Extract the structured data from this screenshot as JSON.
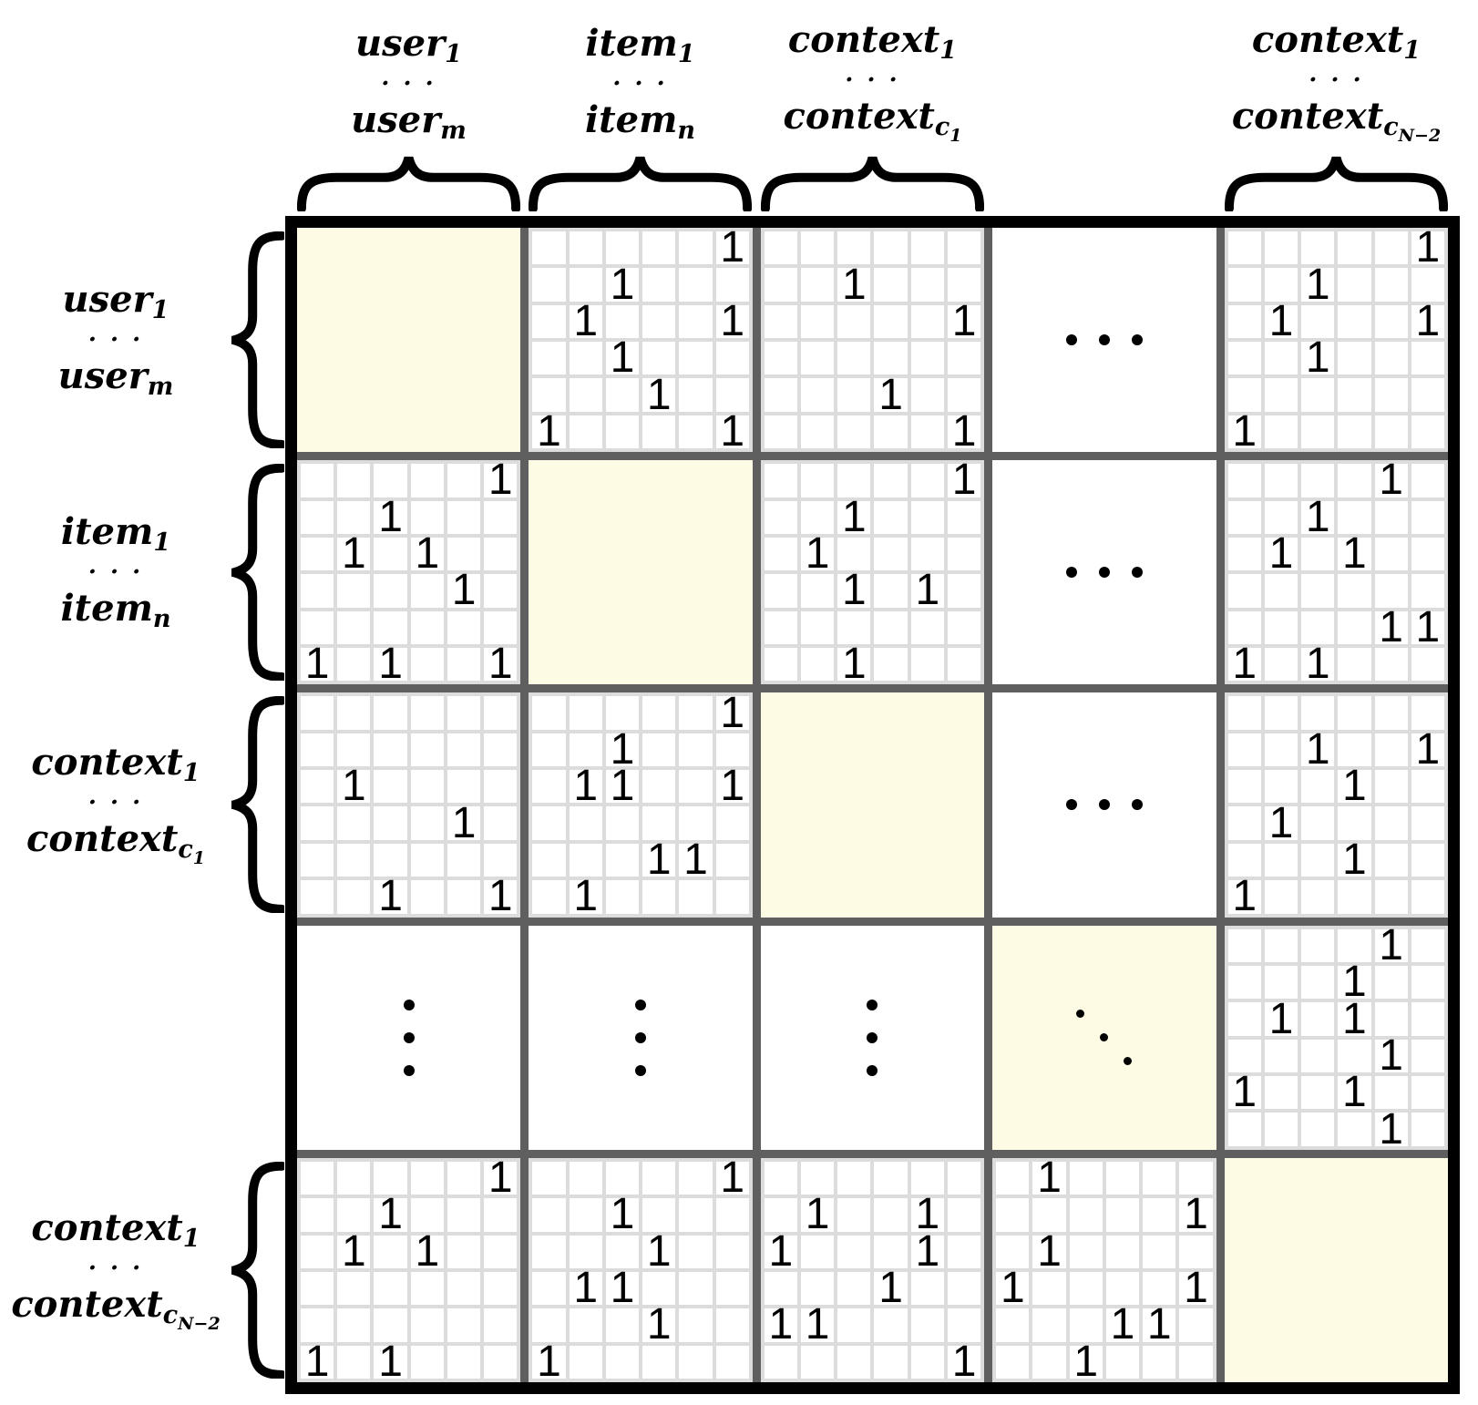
{
  "figure": {
    "description": "Symmetric block relational matrix of users, items and contexts with binary interaction entries",
    "colors": {
      "background": "#FFFFFF",
      "diagonal_block_fill": "#FDFBE3",
      "grid_line": "#DCDCDC",
      "cell_fill": "#FFFFFF",
      "block_divider": "#5F5F5F",
      "outer_border": "#000000",
      "ink": "#000000"
    },
    "group_labels": [
      {
        "id": "user",
        "first_base": "user",
        "first_sub": "1",
        "dots": "· · ·",
        "last_base": "user",
        "last_sub": "m",
        "last_subsub": ""
      },
      {
        "id": "item",
        "first_base": "item",
        "first_sub": "1",
        "dots": "· · ·",
        "last_base": "item",
        "last_sub": "n",
        "last_subsub": ""
      },
      {
        "id": "context1",
        "first_base": "context",
        "first_sub": "1",
        "dots": "· · ·",
        "last_base": "context",
        "last_sub": "c",
        "last_subsub": "1"
      },
      {
        "id": "contextN",
        "first_base": "context",
        "first_sub": "1",
        "dots": "· · ·",
        "last_base": "context",
        "last_sub": "c",
        "last_subsub": "N−2"
      }
    ],
    "header_assignment": {
      "columns": [
        "user",
        "item",
        "context1",
        null,
        "contextN"
      ],
      "rows": [
        "user",
        "item",
        "context1",
        null,
        "contextN"
      ]
    },
    "matrix": {
      "block_rows": 5,
      "block_cols": 5,
      "cells_per_block": 6,
      "one_symbol": "1",
      "blocks": [
        {
          "row": 1,
          "col": 1,
          "type": "diagonal",
          "ones": []
        },
        {
          "row": 1,
          "col": 2,
          "type": "grid",
          "ones": [
            [
              0,
              5
            ],
            [
              1,
              2
            ],
            [
              2,
              1
            ],
            [
              2,
              5
            ],
            [
              3,
              2
            ],
            [
              4,
              3
            ],
            [
              5,
              0
            ],
            [
              5,
              5
            ]
          ]
        },
        {
          "row": 1,
          "col": 3,
          "type": "grid",
          "ones": [
            [
              1,
              2
            ],
            [
              2,
              5
            ],
            [
              4,
              3
            ],
            [
              5,
              5
            ]
          ]
        },
        {
          "row": 1,
          "col": 4,
          "type": "dots-horizontal",
          "ones": []
        },
        {
          "row": 1,
          "col": 5,
          "type": "grid",
          "ones": [
            [
              0,
              5
            ],
            [
              1,
              2
            ],
            [
              2,
              1
            ],
            [
              2,
              5
            ],
            [
              3,
              2
            ],
            [
              5,
              0
            ]
          ]
        },
        {
          "row": 2,
          "col": 1,
          "type": "grid",
          "ones": [
            [
              0,
              5
            ],
            [
              1,
              2
            ],
            [
              2,
              1
            ],
            [
              2,
              3
            ],
            [
              3,
              4
            ],
            [
              5,
              0
            ],
            [
              5,
              2
            ],
            [
              5,
              5
            ]
          ]
        },
        {
          "row": 2,
          "col": 2,
          "type": "diagonal",
          "ones": []
        },
        {
          "row": 2,
          "col": 3,
          "type": "grid",
          "ones": [
            [
              0,
              5
            ],
            [
              1,
              2
            ],
            [
              2,
              1
            ],
            [
              3,
              2
            ],
            [
              3,
              4
            ],
            [
              5,
              2
            ]
          ]
        },
        {
          "row": 2,
          "col": 4,
          "type": "dots-horizontal",
          "ones": []
        },
        {
          "row": 2,
          "col": 5,
          "type": "grid",
          "ones": [
            [
              0,
              4
            ],
            [
              1,
              2
            ],
            [
              2,
              1
            ],
            [
              2,
              3
            ],
            [
              4,
              4
            ],
            [
              4,
              5
            ],
            [
              5,
              0
            ],
            [
              5,
              2
            ]
          ]
        },
        {
          "row": 3,
          "col": 1,
          "type": "grid",
          "ones": [
            [
              2,
              1
            ],
            [
              3,
              4
            ],
            [
              5,
              2
            ],
            [
              5,
              5
            ]
          ]
        },
        {
          "row": 3,
          "col": 2,
          "type": "grid",
          "ones": [
            [
              0,
              5
            ],
            [
              1,
              2
            ],
            [
              2,
              1
            ],
            [
              2,
              2
            ],
            [
              2,
              5
            ],
            [
              4,
              3
            ],
            [
              4,
              4
            ],
            [
              5,
              1
            ]
          ]
        },
        {
          "row": 3,
          "col": 3,
          "type": "diagonal",
          "ones": []
        },
        {
          "row": 3,
          "col": 4,
          "type": "dots-horizontal",
          "ones": []
        },
        {
          "row": 3,
          "col": 5,
          "type": "grid",
          "ones": [
            [
              1,
              2
            ],
            [
              1,
              5
            ],
            [
              2,
              3
            ],
            [
              3,
              1
            ],
            [
              4,
              3
            ],
            [
              5,
              0
            ]
          ]
        },
        {
          "row": 4,
          "col": 1,
          "type": "dots-vertical",
          "ones": []
        },
        {
          "row": 4,
          "col": 2,
          "type": "dots-vertical",
          "ones": []
        },
        {
          "row": 4,
          "col": 3,
          "type": "dots-vertical",
          "ones": []
        },
        {
          "row": 4,
          "col": 4,
          "type": "diagonal-dots",
          "ones": []
        },
        {
          "row": 4,
          "col": 5,
          "type": "grid",
          "ones": [
            [
              0,
              4
            ],
            [
              1,
              3
            ],
            [
              2,
              1
            ],
            [
              2,
              3
            ],
            [
              3,
              4
            ],
            [
              4,
              0
            ],
            [
              4,
              3
            ],
            [
              5,
              4
            ]
          ]
        },
        {
          "row": 5,
          "col": 1,
          "type": "grid",
          "ones": [
            [
              0,
              5
            ],
            [
              1,
              2
            ],
            [
              2,
              1
            ],
            [
              2,
              3
            ],
            [
              5,
              0
            ],
            [
              5,
              2
            ]
          ]
        },
        {
          "row": 5,
          "col": 2,
          "type": "grid",
          "ones": [
            [
              0,
              5
            ],
            [
              1,
              2
            ],
            [
              2,
              3
            ],
            [
              3,
              1
            ],
            [
              3,
              2
            ],
            [
              4,
              3
            ],
            [
              5,
              0
            ]
          ]
        },
        {
          "row": 5,
          "col": 3,
          "type": "grid",
          "ones": [
            [
              1,
              1
            ],
            [
              1,
              4
            ],
            [
              2,
              0
            ],
            [
              2,
              4
            ],
            [
              3,
              3
            ],
            [
              4,
              0
            ],
            [
              4,
              1
            ],
            [
              5,
              5
            ]
          ]
        },
        {
          "row": 5,
          "col": 4,
          "type": "grid",
          "ones": [
            [
              0,
              1
            ],
            [
              1,
              5
            ],
            [
              2,
              1
            ],
            [
              3,
              0
            ],
            [
              3,
              5
            ],
            [
              4,
              3
            ],
            [
              4,
              4
            ],
            [
              5,
              2
            ]
          ]
        },
        {
          "row": 5,
          "col": 5,
          "type": "diagonal",
          "ones": []
        }
      ]
    }
  }
}
